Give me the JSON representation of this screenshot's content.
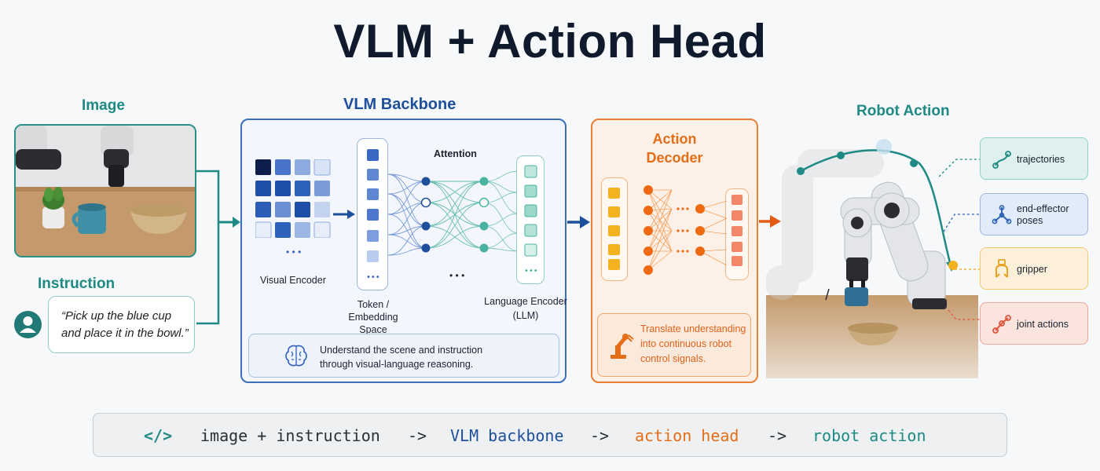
{
  "title": "VLM + Action Head",
  "image_section": {
    "heading": "Image"
  },
  "instruction_section": {
    "heading": "Instruction",
    "quote_line1": "“Pick up the blue cup",
    "quote_line2": "and place it in the bowl.”"
  },
  "vlm": {
    "heading": "VLM Backbone",
    "attention_label": "Attention",
    "visual_encoder_label": "Visual Encoder",
    "token_label_line1": "Token /",
    "token_label_line2": "Embedding Space",
    "language_label_line1": "Language Encoder",
    "language_label_line2": "(LLM)",
    "ellipsis": "• • •",
    "reason_line1": "Understand the scene and instruction",
    "reason_line2": "through visual-language reasoning."
  },
  "action_decoder": {
    "title_line1": "Action",
    "title_line2": "Decoder",
    "desc_line1": "Translate understanding",
    "desc_line2": "into continuous robot",
    "desc_line3": "control signals."
  },
  "robot_action": {
    "heading": "Robot Action",
    "outputs": [
      {
        "label_line1": "trajectories",
        "label_line2": "",
        "icon": "trajectory-icon",
        "color": "#1f8a84"
      },
      {
        "label_line1": "end-effector",
        "label_line2": "poses",
        "icon": "pose-icon",
        "color": "#2f64b7"
      },
      {
        "label_line1": "gripper",
        "label_line2": "",
        "icon": "gripper-icon",
        "color": "#e6a21a"
      },
      {
        "label_line1": "joint actions",
        "label_line2": "",
        "icon": "joint-icon",
        "color": "#e0553a"
      }
    ]
  },
  "command": {
    "icon": "</>",
    "part1": "image + instruction",
    "arrow": "->",
    "part2": "VLM backbone",
    "part3": "action head",
    "part4": "robot action"
  },
  "colors": {
    "teal": "#1f8a84",
    "blue": "#1d4f9c",
    "orange": "#e46d17",
    "dark": "#0f1b2d"
  }
}
